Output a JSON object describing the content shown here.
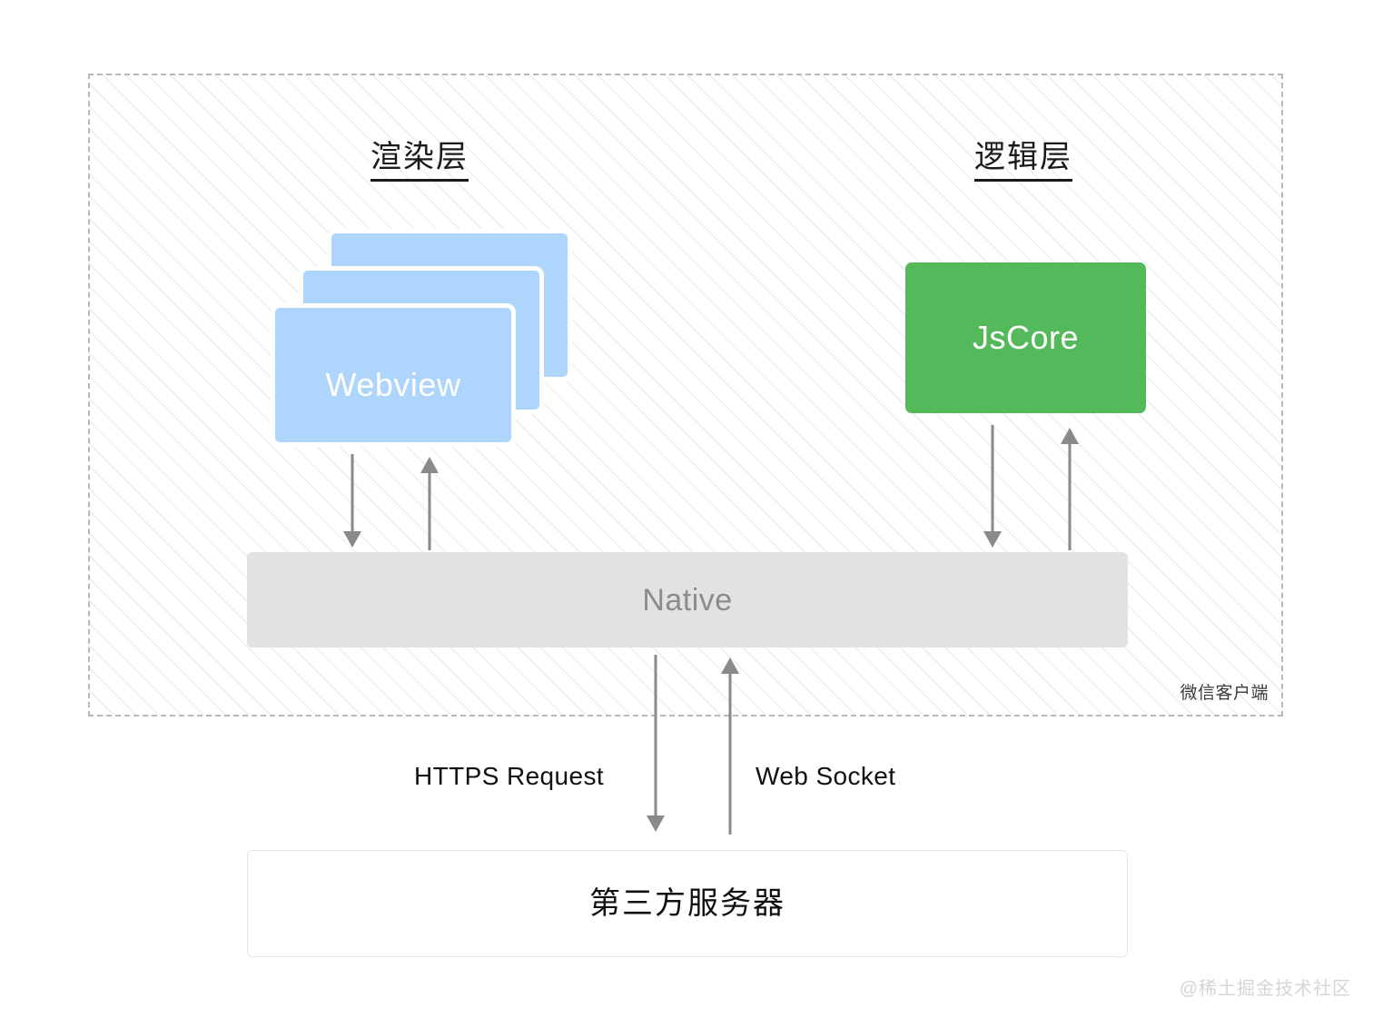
{
  "diagram": {
    "title_render_layer": "渲染层",
    "title_logic_layer": "逻辑层",
    "client_label": "微信客户端",
    "watermark": "@稀土掘金技术社区"
  },
  "nodes": {
    "webview": {
      "label": "Webview",
      "color": "#aed5fb",
      "stack_count": 3
    },
    "jscore": {
      "label": "JsCore",
      "color": "#54b95a"
    },
    "native": {
      "label": "Native",
      "color": "#e2e2e2",
      "text_color": "#8c8c8c"
    },
    "server": {
      "label": "第三方服务器",
      "color": "#ffffff",
      "border_color": "#e6e6e6"
    }
  },
  "connections": {
    "webview_to_native": {
      "direction": "down",
      "icon": "arrow-down"
    },
    "native_to_webview": {
      "direction": "up",
      "icon": "arrow-up"
    },
    "jscore_to_native": {
      "direction": "down",
      "icon": "arrow-down"
    },
    "native_to_jscore": {
      "direction": "up",
      "icon": "arrow-up"
    },
    "native_to_server": {
      "direction": "down",
      "icon": "arrow-down",
      "label": "HTTPS Request"
    },
    "server_to_native": {
      "direction": "up",
      "icon": "arrow-up",
      "label": "Web Socket"
    }
  },
  "colors": {
    "arrow": "#8a8a8a",
    "dashed_border": "#b8b8b8",
    "hatch": "#efefef"
  }
}
